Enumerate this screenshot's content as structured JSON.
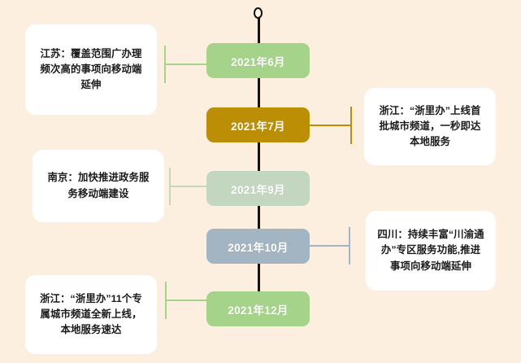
{
  "background_color": "#fcefe0",
  "timeline": {
    "spine_color": "#16130e",
    "cap_icon": "circle-node-icon",
    "entries": [
      {
        "id": "entry-2021-06",
        "month_label": "2021年6月",
        "node_color": "#a5d38a",
        "connector_color": "#a5d38a",
        "card_side": "left",
        "card_text": "江苏：覆盖范围广办理频次高的事项向移动端延伸"
      },
      {
        "id": "entry-2021-07",
        "month_label": "2021年7月",
        "node_color": "#bb8e06",
        "connector_color": "#bb8e06",
        "card_side": "right",
        "card_text": "浙江：“浙里办”上线首批城市频道，一秒即达本地服务"
      },
      {
        "id": "entry-2021-09",
        "month_label": "2021年9月",
        "node_color": "#c3d6c0",
        "connector_color": "#c3d6c0",
        "card_side": "left",
        "card_text": "南京：加快推进政务服务移动端建设"
      },
      {
        "id": "entry-2021-10",
        "month_label": "2021年10月",
        "node_color": "#a3b4c2",
        "connector_color": "#a3b4c2",
        "card_side": "right",
        "card_text": "四川：持续丰富“川渝通办”专区服务功能,推进事项向移动端延伸"
      },
      {
        "id": "entry-2021-12",
        "month_label": "2021年12月",
        "node_color": "#a5d38a",
        "connector_color": "#a5d38a",
        "card_side": "left",
        "card_text": "浙江：“浙里办”11个专属城市频道全新上线，本地服务速达"
      }
    ]
  }
}
